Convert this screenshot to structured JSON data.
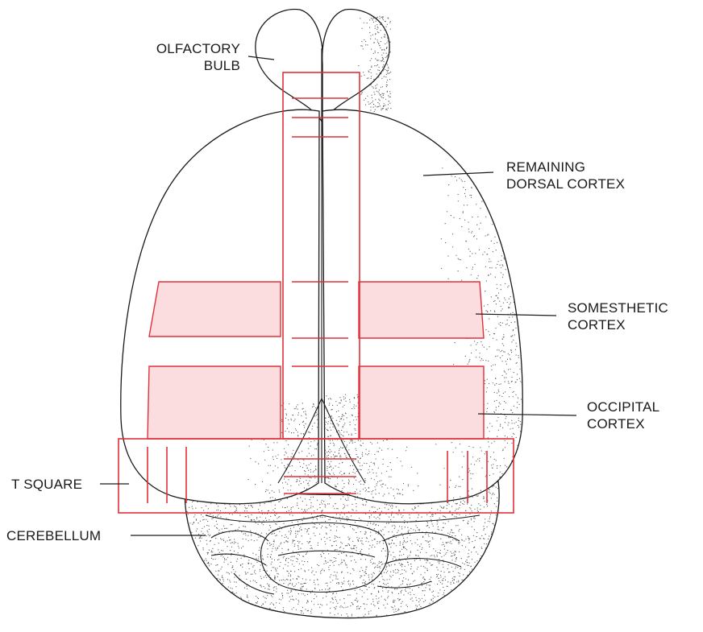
{
  "labels": {
    "olfactory_bulb": [
      "OLFACTORY",
      "BULB"
    ],
    "remaining_dorsal_cortex": [
      "REMAINING",
      "DORSAL CORTEX"
    ],
    "somesthetic_cortex": [
      "SOMESTHETIC",
      "CORTEX"
    ],
    "occipital_cortex": [
      "OCCIPITAL",
      "CORTEX"
    ],
    "t_square": "T SQUARE",
    "cerebellum": "CEREBELLUM"
  },
  "colors": {
    "outline": "#1a1a1a",
    "t_square_red": "#e0303a",
    "cortex_region_fill": "#fbdde0",
    "stipple": "#555555"
  }
}
